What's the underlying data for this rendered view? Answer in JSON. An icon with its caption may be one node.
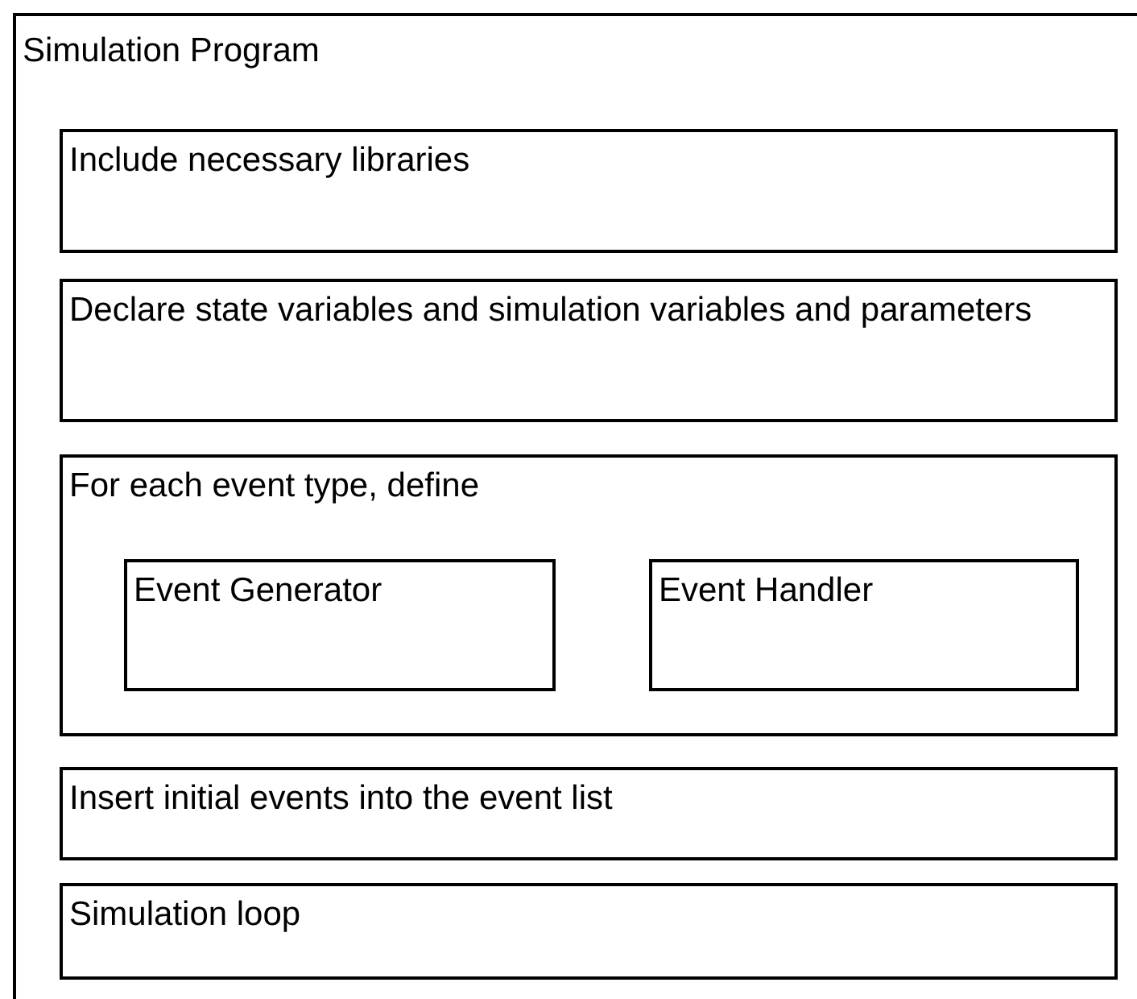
{
  "diagram": {
    "nodes": [
      {
        "text": [
          "Simulation Program"
        ]
      },
      {
        "text": [
          "Include necessary libraries"
        ],
        "in": 0
      },
      {
        "text": [
          "Declare state variables and simulation variables and parameters"
        ],
        "in": 0
      },
      {
        "text": [
          "For each event type, define"
        ],
        "in": 0
      },
      {
        "text": [
          "Event Generator"
        ],
        "in": 3
      },
      {
        "text": [
          "Event Handler"
        ],
        "in": 3
      },
      {
        "text": [
          "Insert initial events into the event list"
        ],
        "in": 0
      },
      {
        "text": [
          "Simulation loop"
        ],
        "in": 0
      }
    ]
  }
}
